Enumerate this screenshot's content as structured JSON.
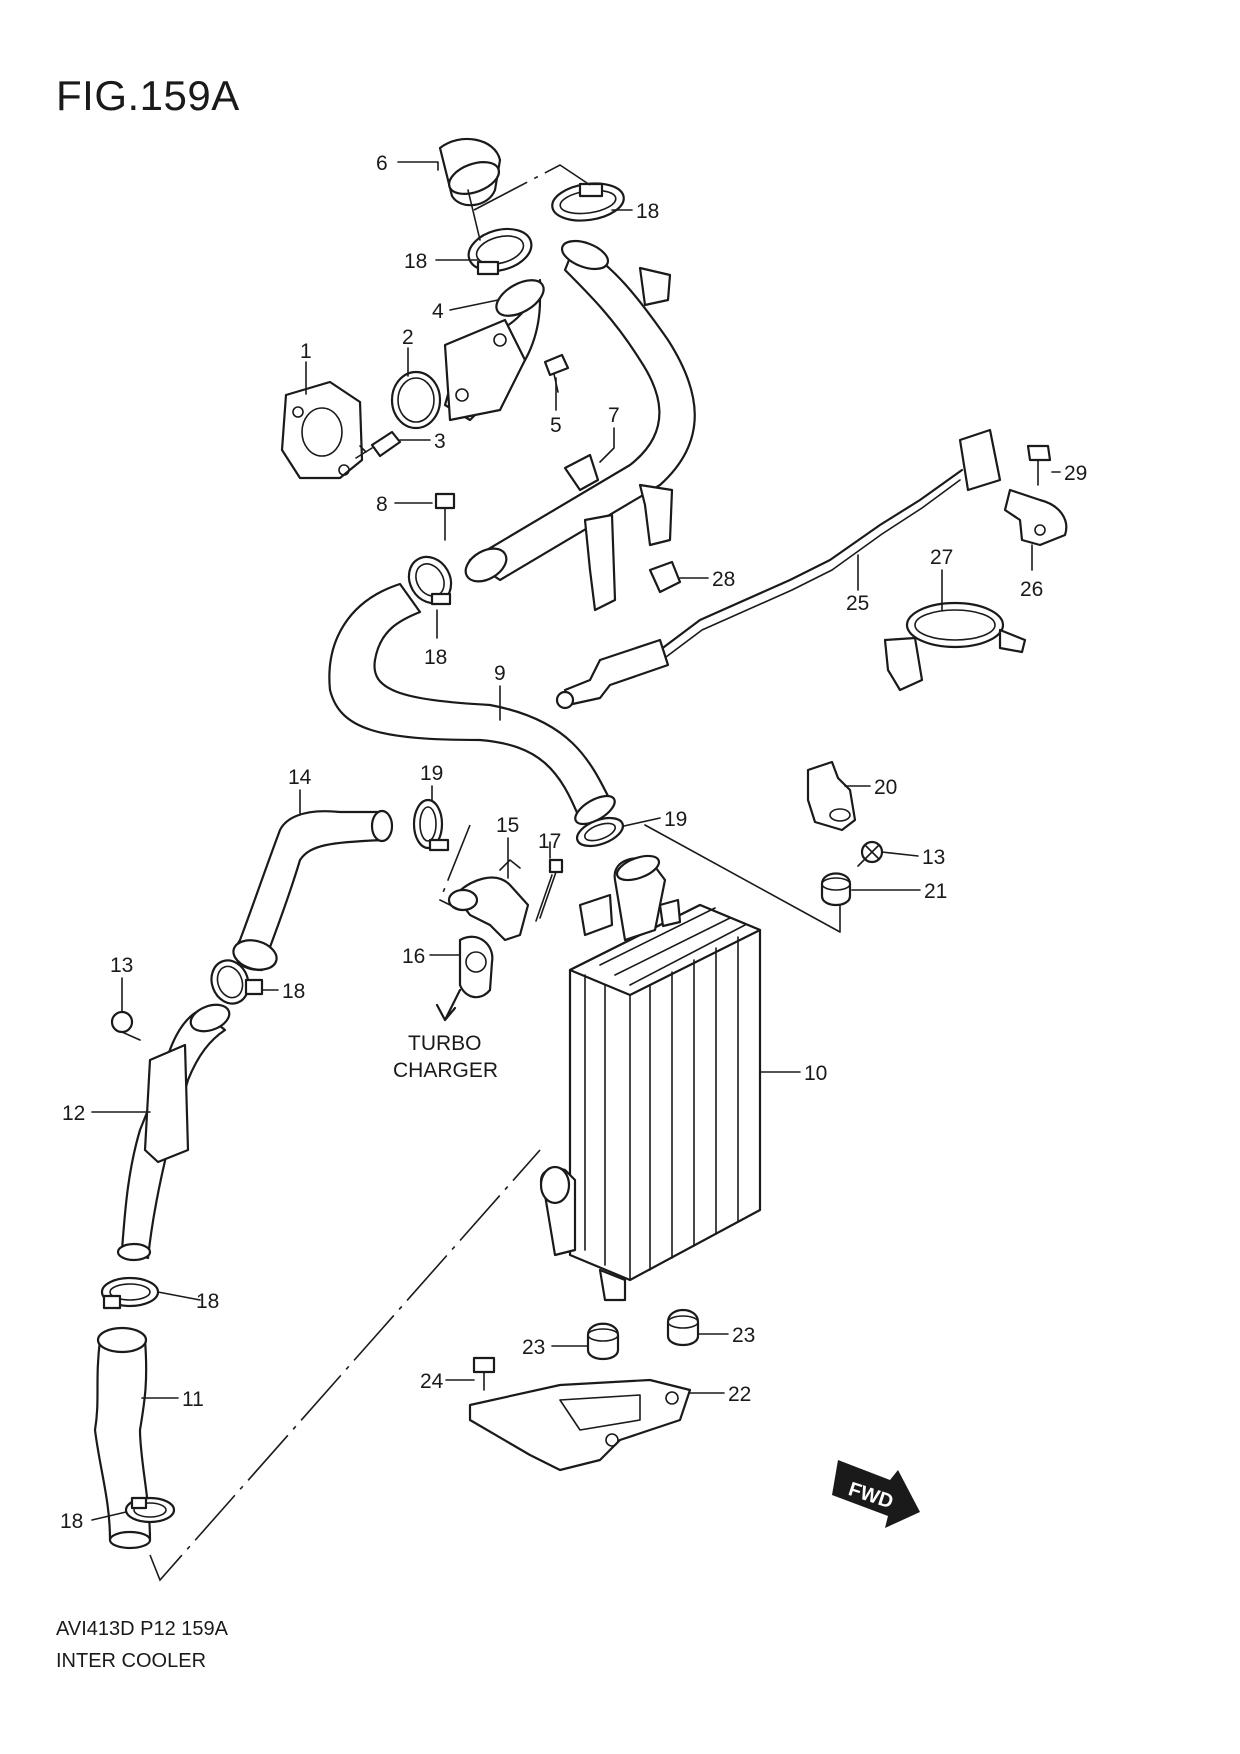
{
  "figure": {
    "title": "FIG.159A",
    "code": "AVI413D P12 159A",
    "name": "INTER COOLER"
  },
  "callouts": [
    {
      "id": "c6",
      "number": "6"
    },
    {
      "id": "c18a",
      "number": "18"
    },
    {
      "id": "c18b",
      "number": "18"
    },
    {
      "id": "c4",
      "number": "4"
    },
    {
      "id": "c2",
      "number": "2"
    },
    {
      "id": "c1",
      "number": "1"
    },
    {
      "id": "c5",
      "number": "5"
    },
    {
      "id": "c3",
      "number": "3"
    },
    {
      "id": "c7",
      "number": "7"
    },
    {
      "id": "c8",
      "number": "8"
    },
    {
      "id": "c29",
      "number": "29"
    },
    {
      "id": "c28",
      "number": "28"
    },
    {
      "id": "c27",
      "number": "27"
    },
    {
      "id": "c26",
      "number": "26"
    },
    {
      "id": "c25",
      "number": "25"
    },
    {
      "id": "c18c",
      "number": "18"
    },
    {
      "id": "c9",
      "number": "9"
    },
    {
      "id": "c14",
      "number": "14"
    },
    {
      "id": "c19a",
      "number": "19"
    },
    {
      "id": "c15",
      "number": "15"
    },
    {
      "id": "c17",
      "number": "17"
    },
    {
      "id": "c19b",
      "number": "19"
    },
    {
      "id": "c20",
      "number": "20"
    },
    {
      "id": "c13a",
      "number": "13"
    },
    {
      "id": "c21",
      "number": "21"
    },
    {
      "id": "c16",
      "number": "16"
    },
    {
      "id": "c13b",
      "number": "13"
    },
    {
      "id": "c18d",
      "number": "18"
    },
    {
      "id": "c12",
      "number": "12"
    },
    {
      "id": "c10",
      "number": "10"
    },
    {
      "id": "c18e",
      "number": "18"
    },
    {
      "id": "c23a",
      "number": "23"
    },
    {
      "id": "c23b",
      "number": "23"
    },
    {
      "id": "c24",
      "number": "24"
    },
    {
      "id": "c22",
      "number": "22"
    },
    {
      "id": "c11",
      "number": "11"
    },
    {
      "id": "c18f",
      "number": "18"
    }
  ],
  "notes": {
    "turbo_line1": "TURBO",
    "turbo_line2": "CHARGER"
  },
  "fwd": {
    "label": "FWD"
  }
}
